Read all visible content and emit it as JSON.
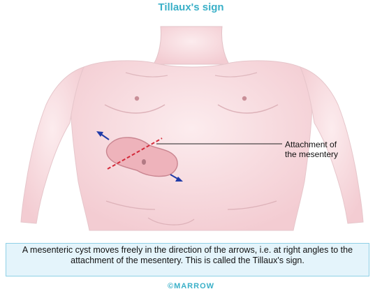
{
  "title": "Tillaux's sign",
  "callout_label": "Attachment of\nthe mesentery",
  "caption": "A mesenteric cyst moves freely in the direction of the arrows, i.e. at right angles to the attachment of the mesentery. This is called the Tillaux's sign.",
  "brand": "©MARROW",
  "watermark": "MARROW",
  "colors": {
    "title": "#3ab0c8",
    "skin": "#f8dfe2",
    "skin_outline": "#d9b5bb",
    "cyst": "#eeb3bb",
    "arrow": "#1f3aa8",
    "mesentery_line": "#d42a3a",
    "caption_bg": "#e4f4fb"
  },
  "icons": {
    "arrow_up_left": "arrow-up-left-icon",
    "arrow_down_right": "arrow-down-right-icon"
  }
}
